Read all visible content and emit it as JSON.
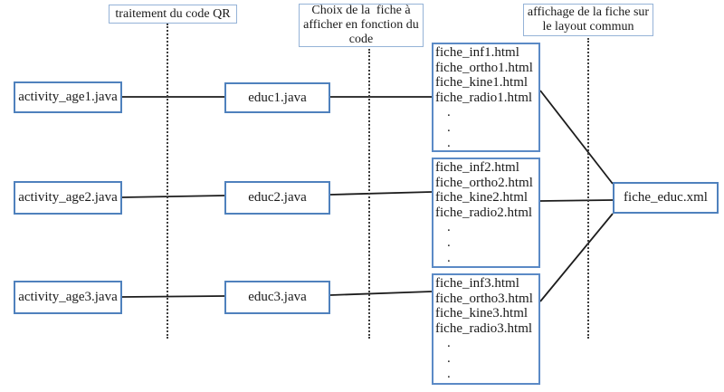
{
  "diagram": {
    "headers": [
      {
        "lines": [
          "traitement du code QR"
        ]
      },
      {
        "lines": [
          "Choix de la  fiche à",
          "afficher en fonction du",
          "code"
        ]
      },
      {
        "lines": [
          "affichage de la fiche sur",
          "le layout commun"
        ]
      }
    ],
    "rows": [
      {
        "activity": "activity_age1.java",
        "educ": "educ1.java",
        "files": [
          "fiche_inf1.html",
          "fiche_ortho1.html",
          "fiche_kine1.html",
          "fiche_radio1.html"
        ]
      },
      {
        "activity": "activity_age2.java",
        "educ": "educ2.java",
        "files": [
          "fiche_inf2.html",
          "fiche_ortho2.html",
          "fiche_kine2.html",
          "fiche_radio2.html"
        ]
      },
      {
        "activity": "activity_age3.java",
        "educ": "educ3.java",
        "files": [
          "fiche_inf3.html",
          "fiche_ortho3.html",
          "fiche_kine3.html",
          "fiche_radio3.html"
        ]
      }
    ],
    "output": "fiche_educ.xml",
    "dot": ".",
    "colors": {
      "node_border": "#4f81bd",
      "list_border": "#5b8ac6",
      "header_border": "#95b3d7",
      "line_color": "#1c1c1c",
      "text_color": "#1a1a1a"
    }
  }
}
